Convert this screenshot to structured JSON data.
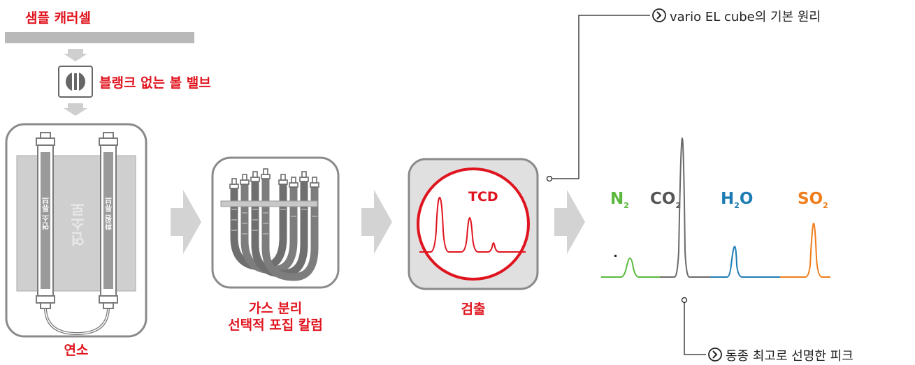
{
  "labels": {
    "sample_carousel": "샘플 캐러셀",
    "ball_valve": "블랭크 없는 볼 밸브",
    "combustion": "연소",
    "combustion_tube": "연소 튜브",
    "furnace": "연소로",
    "reduction_tube": "환원 튜브",
    "gas_separation_line1": "가스 분리",
    "gas_separation_line2": "선택적 포집 칼럼",
    "detection": "검출",
    "tcd": "TCD"
  },
  "callouts": {
    "principle": "vario EL cube의 기본 원리",
    "peaks": "동종 최고로 선명한 피크"
  },
  "gases": [
    {
      "main": "N",
      "sub": "2",
      "suffix": "",
      "color": "#5ab83c"
    },
    {
      "main": "CO",
      "sub": "2",
      "suffix": "",
      "color": "#555555"
    },
    {
      "main": "H",
      "sub": "2",
      "suffix": "O",
      "color": "#1e7cb4"
    },
    {
      "main": "SO",
      "sub": "2",
      "suffix": "",
      "color": "#f07d1a"
    }
  ],
  "colors": {
    "accent_red": "#e0141e",
    "gray_dark": "#888888",
    "gray_light": "#c8c8c8"
  },
  "icons": [
    "chevron-circle-icon",
    "ball-valve-icon",
    "arrow-right-icon",
    "arrow-down-icon"
  ]
}
